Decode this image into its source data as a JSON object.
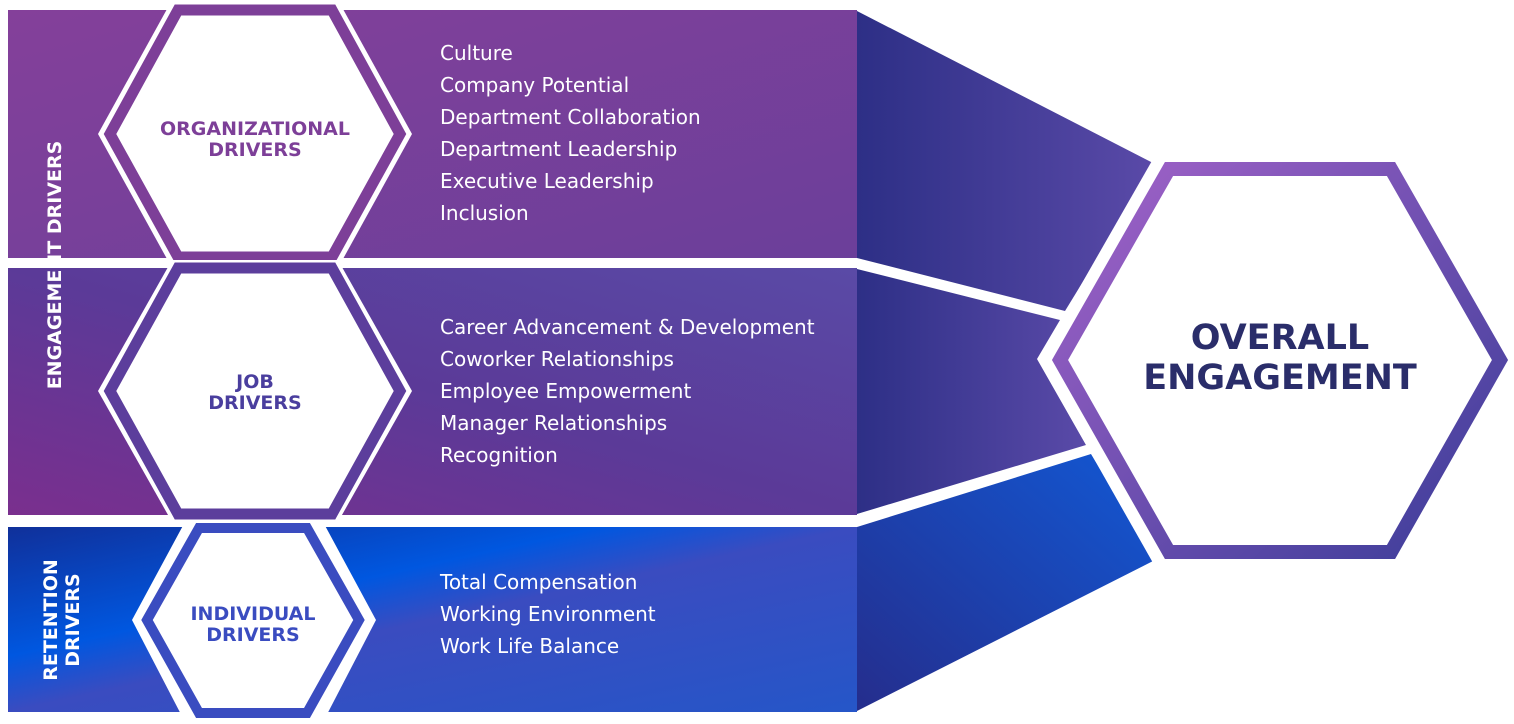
{
  "colors": {
    "organizational": "#7d3f98",
    "job": "#5a3d9c",
    "individual": "#3a4cc0",
    "retention_band": "#0a44c0",
    "overall_text": "#2a2d6a"
  },
  "engagement_label": "ENGAGEMENT DRIVERS",
  "retention_label": [
    "RETENTION",
    "DRIVERS"
  ],
  "groups": [
    {
      "title": [
        "ORGANIZATIONAL",
        "DRIVERS"
      ],
      "items": [
        "Culture",
        "Company Potential",
        "Department Collaboration",
        "Department Leadership",
        "Executive Leadership",
        "Inclusion"
      ]
    },
    {
      "title": [
        "JOB",
        "DRIVERS"
      ],
      "items": [
        "Career Advancement & Development",
        "Coworker Relationships",
        "Employee Empowerment",
        "Manager Relationships",
        "Recognition"
      ]
    },
    {
      "title": [
        "INDIVIDUAL",
        "DRIVERS"
      ],
      "items": [
        "Total Compensation",
        "Working Environment",
        "Work Life Balance"
      ]
    }
  ],
  "overall": [
    "OVERALL",
    "ENGAGEMENT"
  ]
}
